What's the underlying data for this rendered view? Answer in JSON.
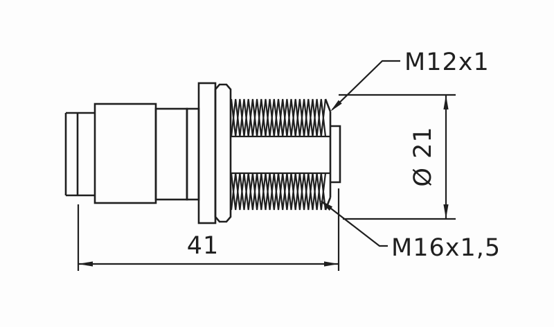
{
  "drawing": {
    "labels": {
      "thread_top": "M12x1",
      "thread_bottom": "M16x1,5"
    },
    "dimensions": {
      "length": "41",
      "diameter": "Ø 21"
    }
  }
}
